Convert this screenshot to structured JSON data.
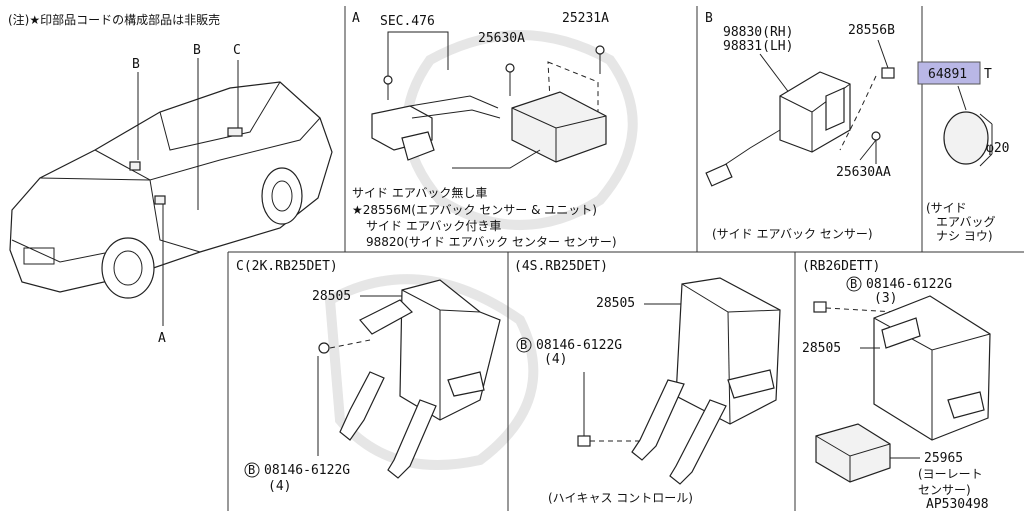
{
  "note": "(注)★印部品コードの構成部品は非販売",
  "car_callouts": {
    "a": "A",
    "b1": "B",
    "b2": "B",
    "c": "C"
  },
  "panel_a": {
    "letter": "A",
    "sec": "SEC.476",
    "part1": "25630A",
    "part2": "25231A",
    "caption1": "サイド エアバック無し車",
    "caption2": "★28556M(エアバック センサー & ユニット)",
    "caption3": "サイド エアバック付き車",
    "caption4": "98820(サイド エアバック センター センサー)"
  },
  "panel_b": {
    "letter": "B",
    "part_rh": "98830(RH)",
    "part_lh": "98831(LH)",
    "part_nut": "28556B",
    "part_bolt": "25630AA",
    "caption": "(サイド エアバック センサー)"
  },
  "panel_d": {
    "part": "64891",
    "suffix": "T",
    "dim": "φ20",
    "caption1": "(サイド",
    "caption2": "エアバッグ",
    "caption3": "ナシ ヨウ)"
  },
  "panel_c": {
    "title": "C(2K.RB25DET)",
    "part_bracket": "28505",
    "bolt_mark": "B",
    "bolt": "08146-6122G",
    "qty": "(4)"
  },
  "panel_e": {
    "title": "(4S.RB25DET)",
    "part_bracket": "28505",
    "bolt_mark": "B",
    "bolt": "08146-6122G",
    "qty": "(4)",
    "caption": "(ハイキャス コントロール)"
  },
  "panel_f": {
    "title": "(RB26DETT)",
    "bolt_mark": "B",
    "bolt": "08146-6122G",
    "qty": "(3)",
    "part_bracket": "28505",
    "part_sensor": "25965",
    "caption1": "(ヨーレート",
    "caption2": "センサー)"
  },
  "ref": "AP530498"
}
